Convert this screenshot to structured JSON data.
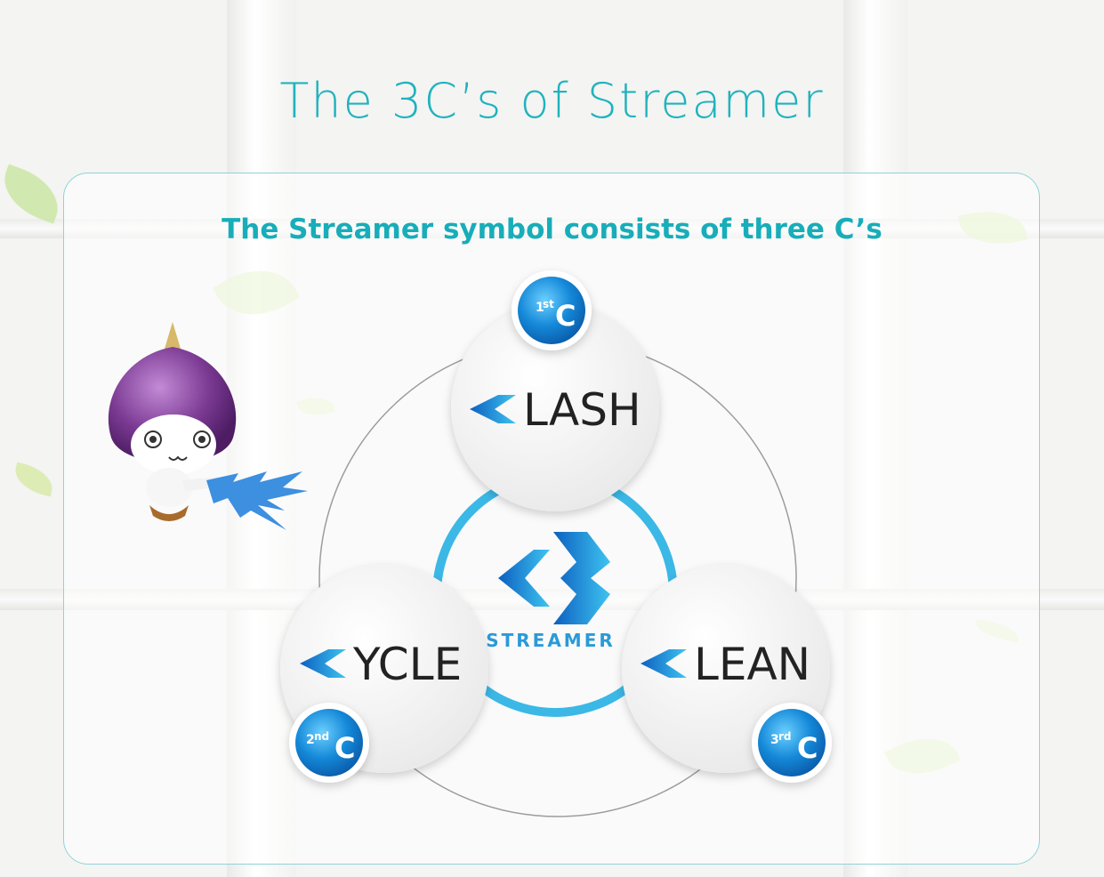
{
  "title": "The 3C’s of Streamer",
  "subtitle": "The Streamer symbol consists of three C’s",
  "center_logo": {
    "text": "STREAMER"
  },
  "nodes": [
    {
      "word": "LASH",
      "ordinal_num": "1",
      "ordinal_suffix": "st",
      "badge_letter": "C"
    },
    {
      "word": "YCLE",
      "ordinal_num": "2",
      "ordinal_suffix": "nd",
      "badge_letter": "C"
    },
    {
      "word": "LEAN",
      "ordinal_num": "3",
      "ordinal_suffix": "rd",
      "badge_letter": "C"
    }
  ],
  "colors": {
    "accent": "#1fb3bd",
    "ring": "#3bb8e6",
    "badge": "#1488d8",
    "text": "#222222"
  }
}
